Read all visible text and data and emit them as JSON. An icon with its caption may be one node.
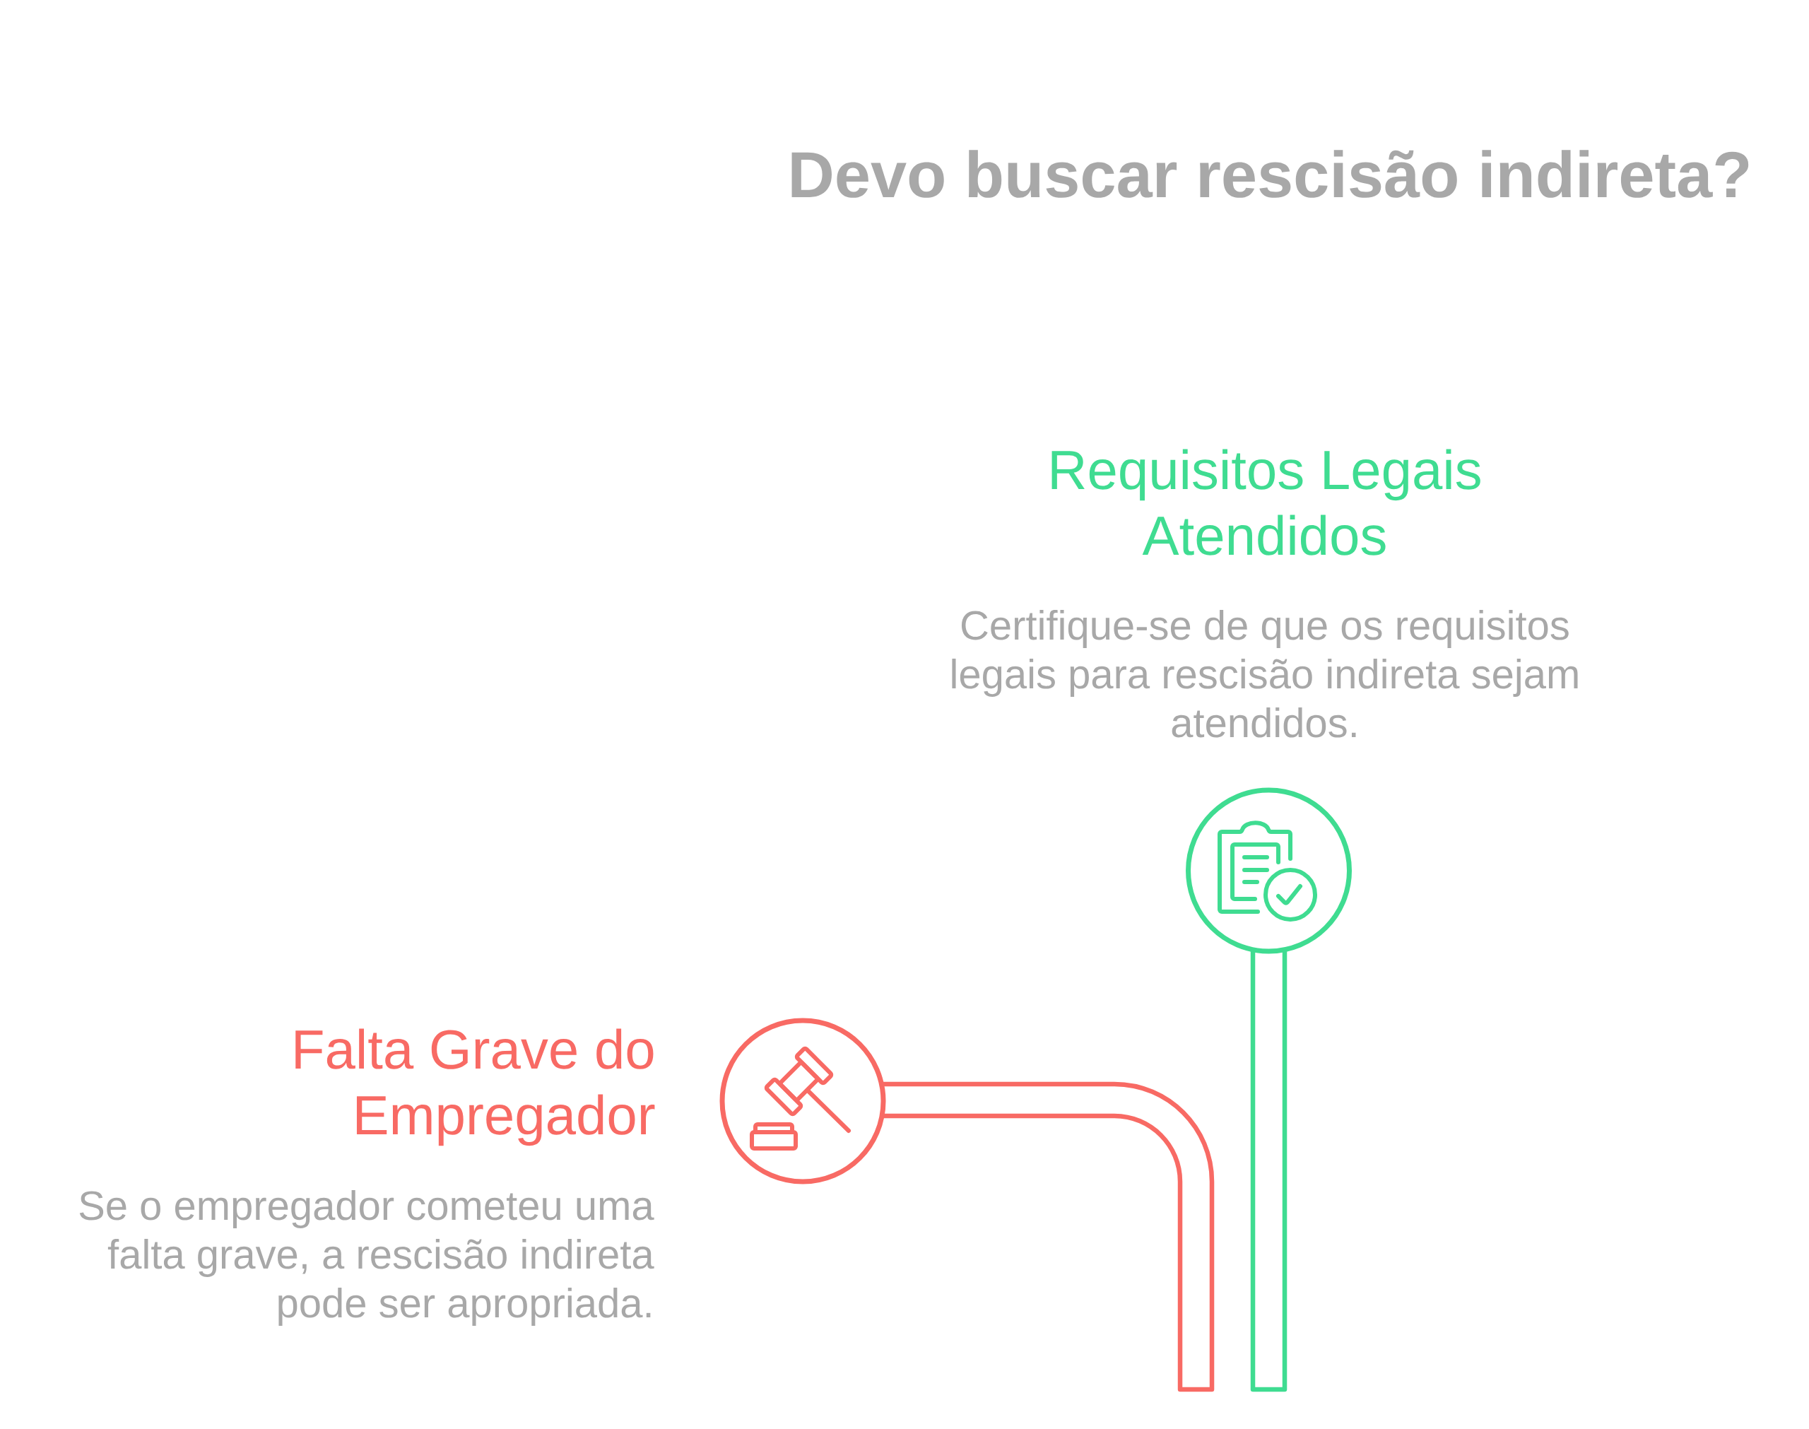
{
  "diagram": {
    "title": "Devo buscar rescisão indireta?",
    "nodes": [
      {
        "text": [
          "Requisitos Legais Atendidos",
          "Certifique-se de que os requisitos legais para rescisão indireta sejam atendidos."
        ]
      },
      {
        "text": [
          "Falta Grave do Empregador",
          "Se o empregador cometeu uma falta grave, a rescisão indireta pode ser apropriada."
        ]
      }
    ],
    "edges": [
      {
        "from": 0,
        "to": null,
        "arrow": "none",
        "color": "#3fdc91"
      },
      {
        "from": 1,
        "to": null,
        "arrow": "none",
        "color": "#f86a64"
      }
    ]
  }
}
